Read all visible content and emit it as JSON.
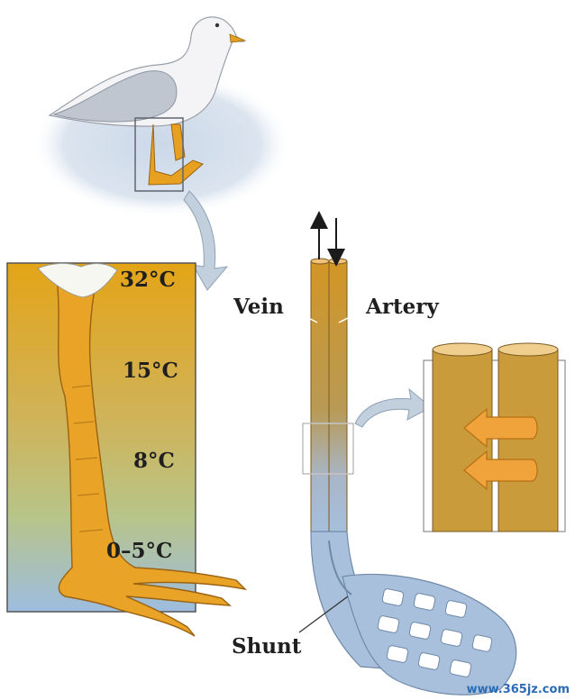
{
  "temperatures": [
    "32°C",
    "15°C",
    "8°C",
    "0–5°C"
  ],
  "labels": {
    "vein": "Vein",
    "artery": "Artery",
    "shunt": "Shunt"
  },
  "watermark": "www.365jz.com",
  "colors": {
    "warm": "#e3a316",
    "cool": "#9bbfe0",
    "vessel_tan": "#c98f2a",
    "vessel_blue": "#a7c0dc",
    "arrow_orange": "#f0a33a",
    "leg_orange": "#e8a020",
    "connector_blue": "#b9c9da"
  },
  "icons": [
    "seagull-illustration",
    "leg-illustration",
    "flow-up-arrow",
    "flow-down-arrow",
    "heat-transfer-arrow"
  ]
}
